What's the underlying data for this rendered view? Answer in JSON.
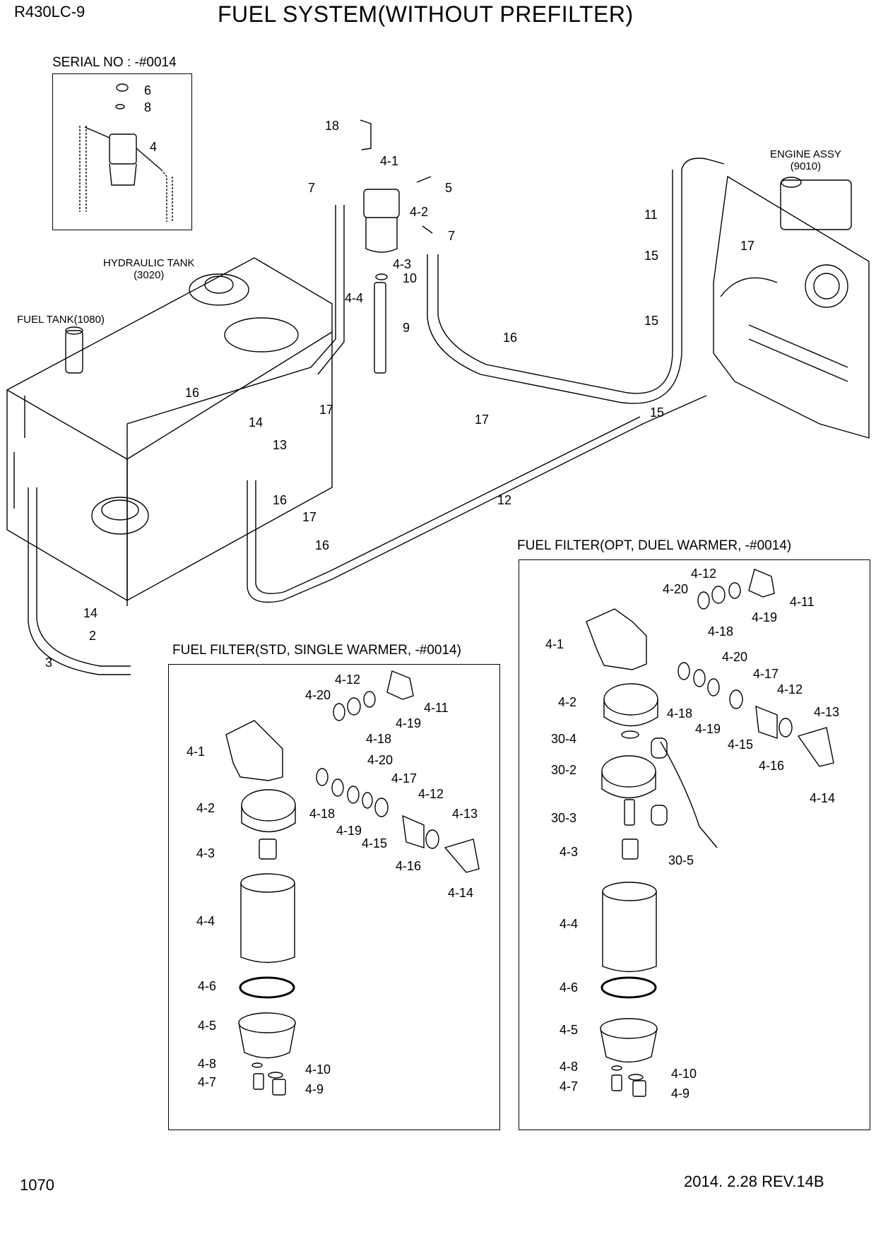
{
  "header": {
    "model": "R430LC-9",
    "title": "FUEL SYSTEM(WITHOUT PREFILTER)"
  },
  "footer": {
    "page_number": "1070",
    "revision": "2014. 2.28  REV.14B"
  },
  "insets": {
    "serial": {
      "title": "SERIAL NO : -#0014"
    },
    "std": {
      "title": "FUEL FILTER(STD, SINGLE WARMER, -#0014)"
    },
    "opt": {
      "title": "FUEL FILTER(OPT, DUEL WARMER, -#0014)"
    }
  },
  "notes": {
    "engine_line1": "ENGINE ASSY",
    "engine_line2": "(9010)",
    "hyd_line1": "HYDRAULIC TANK",
    "hyd_line2": "(3020)",
    "fuel_tank": "FUEL TANK(1080)"
  },
  "callouts": {
    "serial": [
      "6",
      "8",
      "4"
    ],
    "main": [
      "18",
      "4-1",
      "7",
      "5",
      "4-2",
      "7",
      "4-3",
      "10",
      "4-4",
      "9",
      "11",
      "15",
      "17",
      "15",
      "16",
      "17",
      "15",
      "16",
      "17",
      "14",
      "13",
      "16",
      "17",
      "16",
      "12",
      "14",
      "2",
      "3"
    ],
    "std": [
      "4-12",
      "4-20",
      "4-11",
      "4-19",
      "4-18",
      "4-1",
      "4-20",
      "4-17",
      "4-12",
      "4-13",
      "4-2",
      "4-18",
      "4-19",
      "4-15",
      "4-16",
      "4-14",
      "4-3",
      "4-4",
      "4-6",
      "4-5",
      "4-8",
      "4-10",
      "4-7",
      "4-9"
    ],
    "opt": [
      "4-12",
      "4-20",
      "4-11",
      "4-19",
      "4-18",
      "4-1",
      "4-20",
      "4-17",
      "4-12",
      "4-2",
      "4-18",
      "4-19",
      "4-15",
      "4-13",
      "30-4",
      "4-16",
      "30-2",
      "4-14",
      "30-3",
      "30-5",
      "4-3",
      "4-4",
      "4-6",
      "4-5",
      "4-8",
      "4-10",
      "4-7",
      "4-9"
    ]
  }
}
